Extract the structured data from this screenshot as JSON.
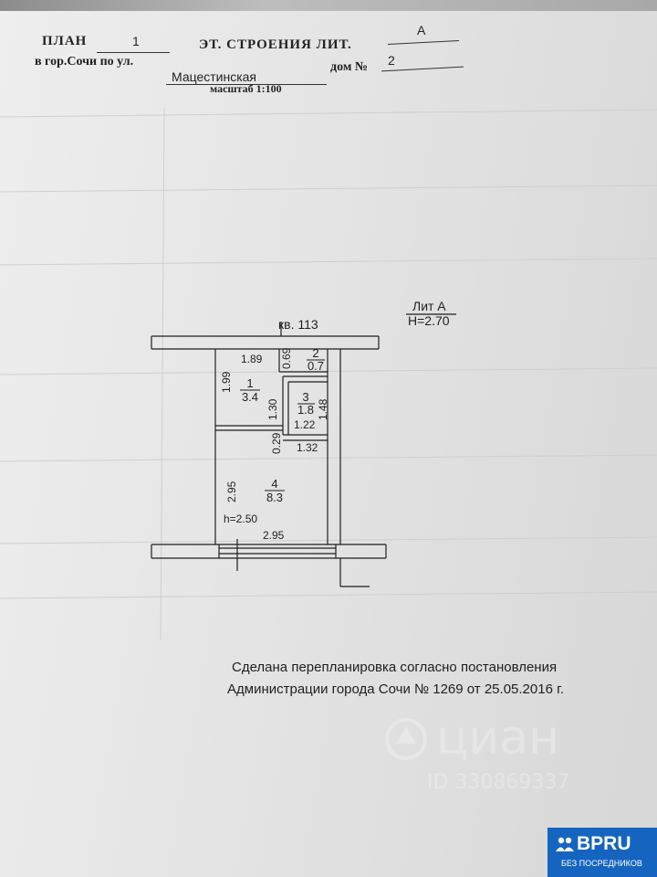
{
  "header": {
    "plan_label": "ПЛАН",
    "plan_value": "1",
    "floor_label": "ЭТ. СТРОЕНИЯ ЛИТ.",
    "lit_value": "А",
    "city_label": "в гор.Сочи по ул.",
    "street_value": "Мацестинская",
    "house_label": "дом №",
    "house_value": "2",
    "scale": "масштаб 1:100"
  },
  "floor_plan": {
    "lit_label": "Лит А",
    "height_label": "Н=2.70",
    "apartment": "кв. 113",
    "room_height": "h=2.50",
    "rooms": [
      {
        "number": "1",
        "area": "3.4"
      },
      {
        "number": "2",
        "area": "0.7"
      },
      {
        "number": "3",
        "area": "1.8"
      },
      {
        "number": "4",
        "area": "8.3"
      }
    ],
    "dimensions": {
      "d1_89": "1.89",
      "d0_69": "0.69",
      "d1_99": "1.99",
      "d1_30": "1.30",
      "d1_48": "1.48",
      "d1_22": "1.22",
      "d0_29": "0.29",
      "d1_32": "1.32",
      "d2_95_v": "2.95",
      "d2_95_h": "2.95"
    }
  },
  "note": {
    "line1": "Сделана перепланировка согласно постановления",
    "line2": "Администрации города Сочи № 1269 от 25.05.2016 г."
  },
  "watermark": {
    "name": "циан",
    "id": "ID 330869337"
  },
  "badge": {
    "name": "BPRU",
    "subtitle": "БЕЗ ПОСРЕДНИКОВ",
    "color": "#1565c0"
  }
}
